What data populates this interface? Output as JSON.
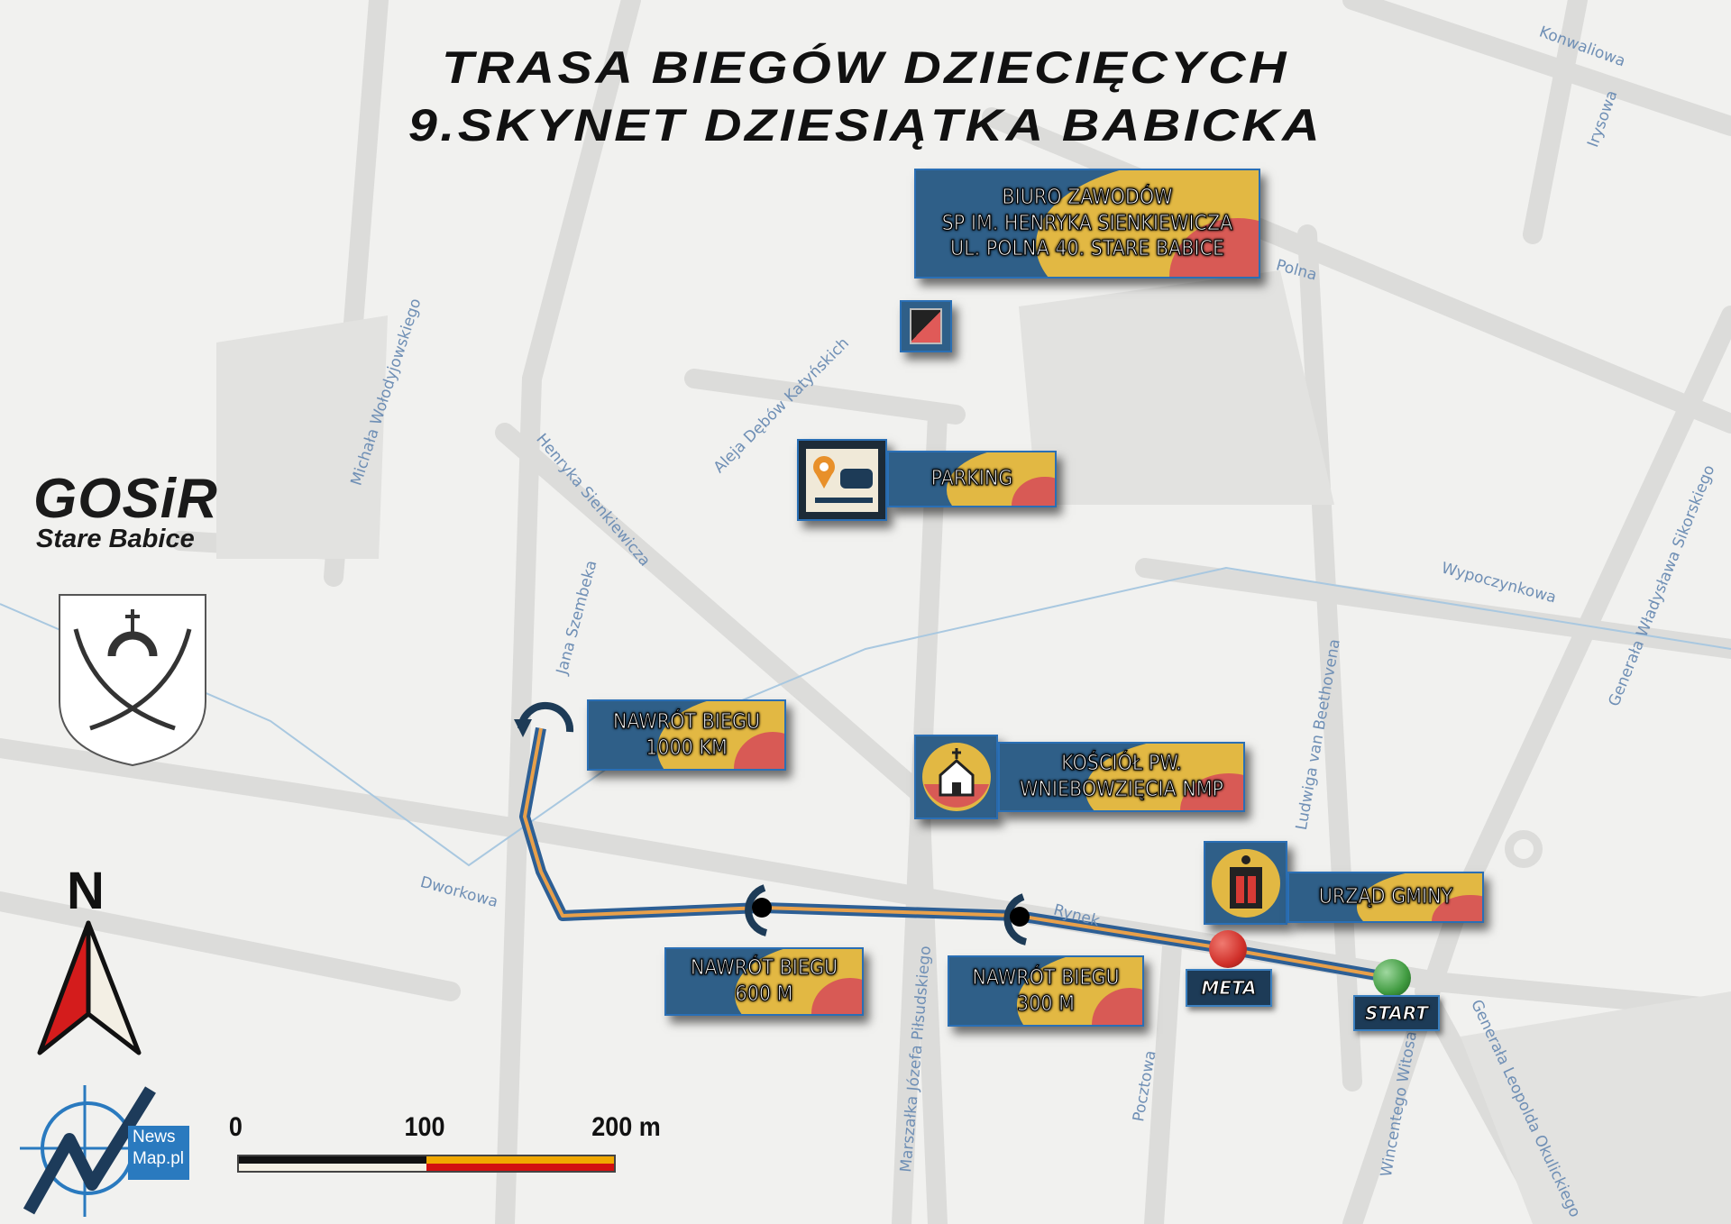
{
  "title": {
    "line1": "TRASA BIEGÓW DZIECIĘCYCH",
    "line2": "9.SKYNET DZIESIĄTKA BABICKA"
  },
  "streets": [
    "Konwaliowa",
    "Irysowa",
    "Polna",
    "Michała Wołodyjowskiego",
    "Aleja Dębów Katyńskich",
    "Henryka Sienkiewicza",
    "Jana Szembeka",
    "Wypoczynkowa",
    "Generała Władysława Sikorskiego",
    "Ludwiga van Beethovena",
    "Dworkowa",
    "Rynek",
    "Marszałka Józefa Piłsudskiego",
    "Pocztowa",
    "Wincentego Witosa",
    "Generała Leopolda Okulickiego"
  ],
  "pois": {
    "biuro": [
      "BIURO ZAWODÓW",
      "SP IM. HENRYKA SIENKIEWICZA",
      "UL. POLNA 40. STARE BABICE"
    ],
    "parking": "PARKING",
    "kosciol": [
      "KOŚCIÓŁ PW.",
      "WNIEBOWZIĘCIA NMP"
    ],
    "urzad": "URZĄD GMINY",
    "nawrot1000": [
      "NAWRÓT BIEGU",
      "1000 KM"
    ],
    "nawrot600": [
      "NAWRÓT BIEGU",
      "600 M"
    ],
    "nawrot300": [
      "NAWRÓT BIEGU",
      "300 M"
    ],
    "meta": "META",
    "start": "START"
  },
  "logo": {
    "gosir": "GOSiR",
    "gosir_sub": "Stare Babice",
    "newsmap1": "News",
    "newsmap2": "Map.pl"
  },
  "north": "N",
  "scale": {
    "labels": [
      "0",
      "100",
      "200 m"
    ]
  },
  "colors": {
    "route_outer": "#2d5f95",
    "route_inner": "#e8a04a",
    "meta": "#d0302a",
    "start": "#3f9a3f"
  }
}
